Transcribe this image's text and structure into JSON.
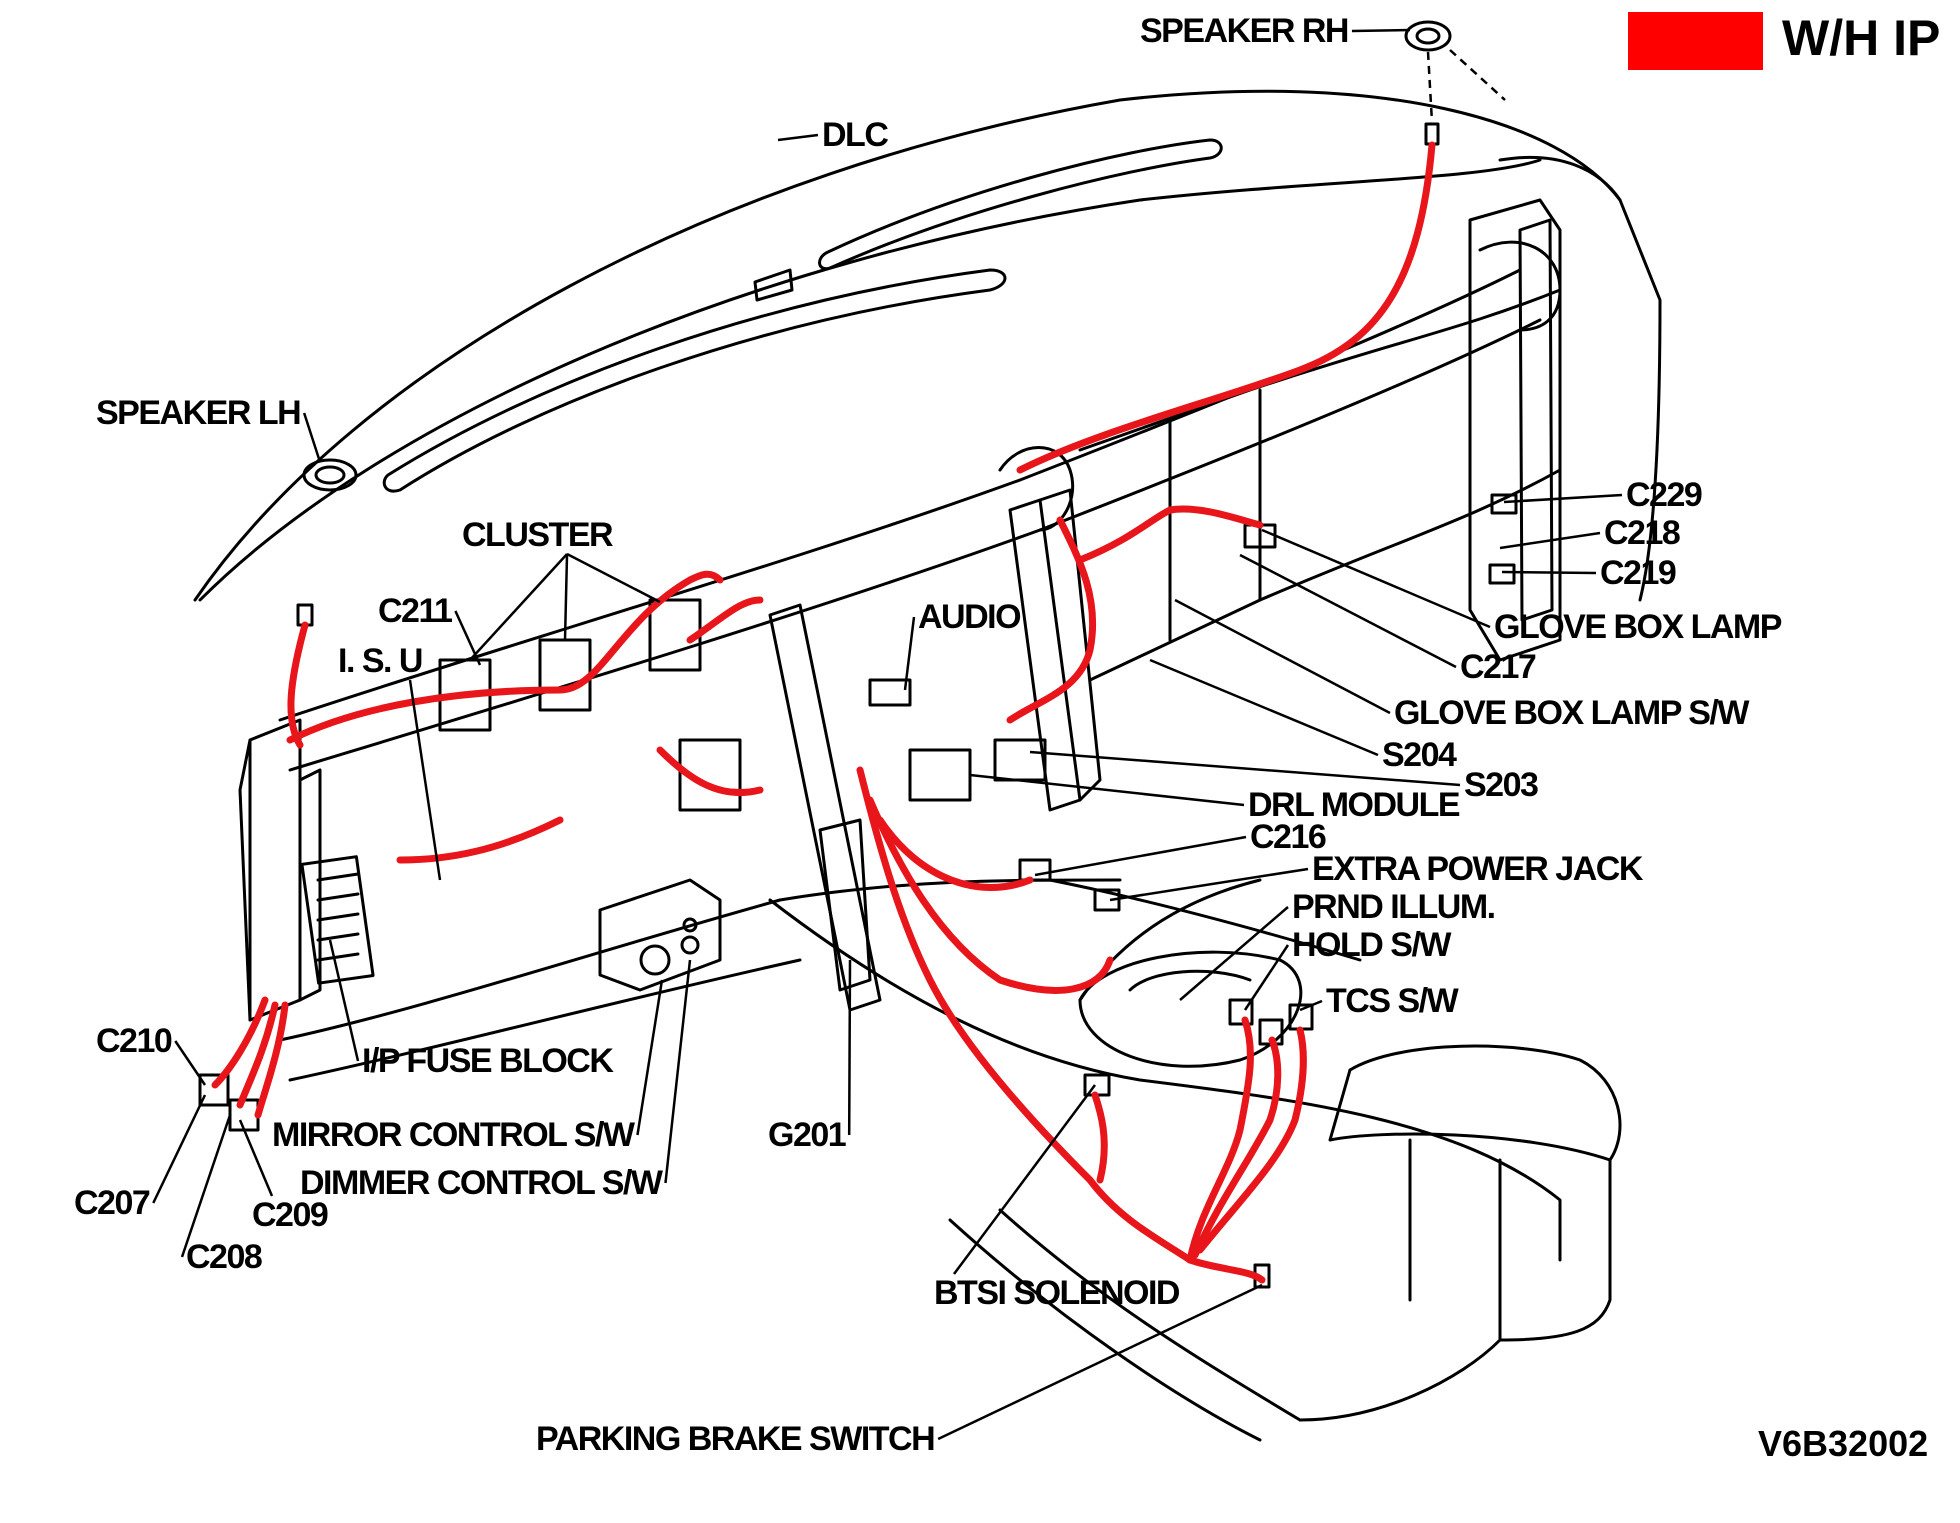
{
  "legend": {
    "label": "W/H IP",
    "color": "#ff0000"
  },
  "diagram_code": "V6B32002",
  "colors": {
    "harness": "#e8151b",
    "outline": "#000000",
    "background": "#ffffff"
  },
  "labels": {
    "speaker_rh": "SPEAKER RH",
    "dlc": "DLC",
    "speaker_lh": "SPEAKER LH",
    "cluster": "CLUSTER",
    "c211": "C211",
    "isu": "I. S. U",
    "audio": "AUDIO",
    "c229": "C229",
    "c218": "C218",
    "c219": "C219",
    "glove_box_lamp": "GLOVE BOX LAMP",
    "c217": "C217",
    "glove_box_lamp_sw": "GLOVE BOX LAMP S/W",
    "s204": "S204",
    "s203": "S203",
    "drl_module": "DRL MODULE",
    "c216": "C216",
    "extra_power_jack": "EXTRA POWER JACK",
    "prnd_illum": "PRND ILLUM.",
    "hold_sw": "HOLD S/W",
    "tcs_sw": "TCS S/W",
    "c210": "C210",
    "ip_fuse_block": "I/P FUSE BLOCK",
    "mirror_control_sw": "MIRROR CONTROL S/W",
    "dimmer_control_sw": "DIMMER CONTROL S/W",
    "g201": "G201",
    "c207": "C207",
    "c209": "C209",
    "c208": "C208",
    "btsi_solenoid": "BTSI SOLENOID",
    "parking_brake_switch": "PARKING BRAKE SWITCH"
  }
}
